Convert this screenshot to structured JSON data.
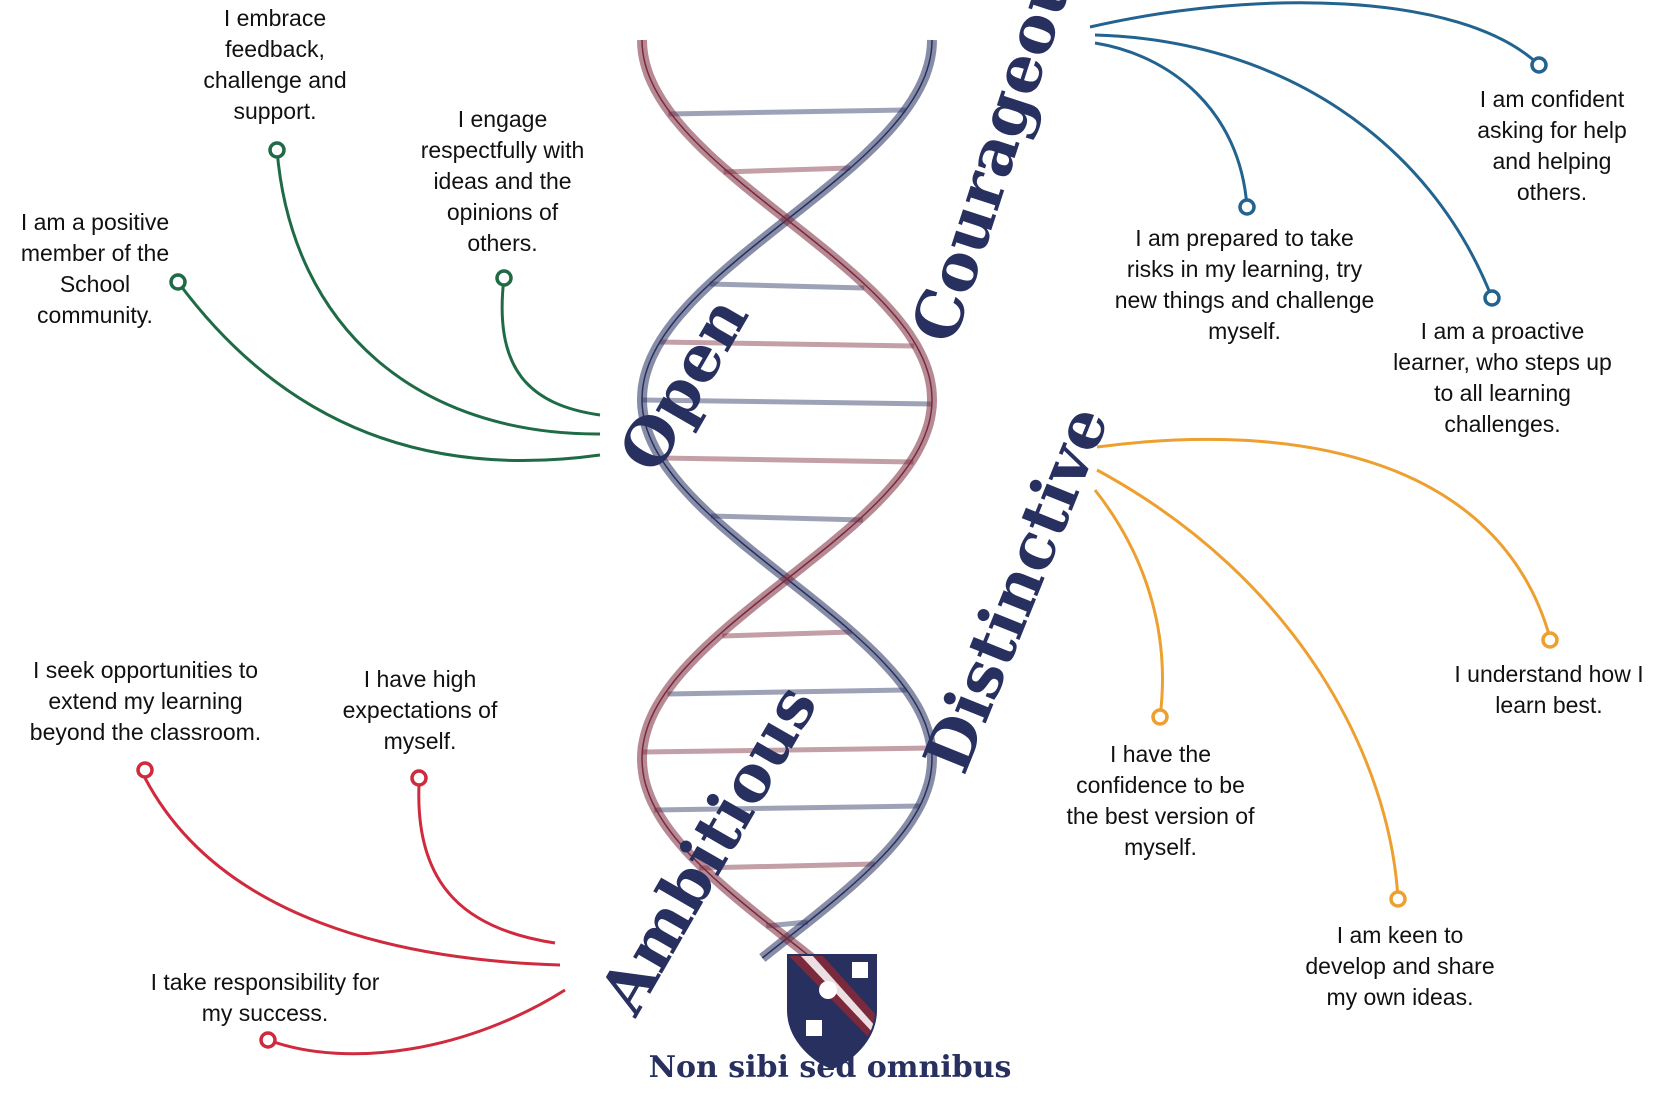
{
  "colors": {
    "open": "#1f6b45",
    "courageous": "#22638f",
    "distinctive": "#eda02f",
    "ambitious": "#cf2a3e",
    "navy": "#27305f",
    "maroon": "#7a2a3c"
  },
  "values": {
    "open": "Open",
    "courageous": "Courageous",
    "distinctive": "Distinctive",
    "ambitious": "Ambitious"
  },
  "notes": {
    "embrace": "I embrace feedback, challenge and support.",
    "engage": "I engage respectfully with ideas and the opinions of others.",
    "positive": "I am a positive member of the School community.",
    "confident": "I am confident asking for help and helping others.",
    "risks": "I am prepared to take risks in my learning, try new things and challenge myself.",
    "proactive": "I am a proactive learner, who steps up to all learning challenges.",
    "understand": "I understand how I learn best.",
    "best_version": "I have the confidence to be the best version of myself.",
    "keen": "I am keen to develop and share my own ideas.",
    "seek": "I seek opportunities to extend my learning beyond the classroom.",
    "expectations": "I have high expectations of myself.",
    "responsibility": "I take responsibility for my success."
  },
  "motto": "Non sibi sed omnibus",
  "icons": {
    "helix": "dna-double-helix",
    "crest": "school-crest-shield"
  }
}
